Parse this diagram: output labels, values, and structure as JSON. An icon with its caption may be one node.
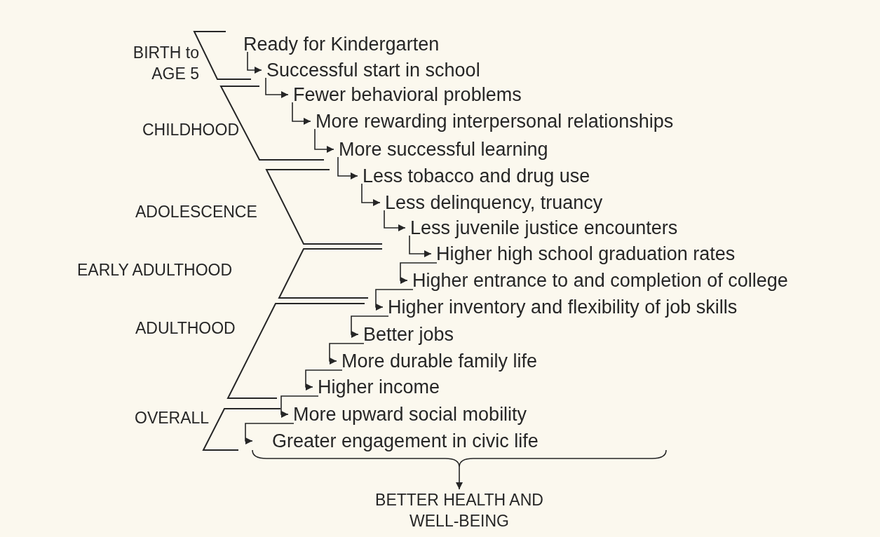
{
  "diagram": {
    "nodes": [
      {
        "text": [
          "Ready for Kindergarten"
        ]
      },
      {
        "text": [
          "Successful start in school"
        ]
      },
      {
        "text": [
          "Fewer behavioral problems"
        ]
      },
      {
        "text": [
          "More rewarding interpersonal relationships"
        ]
      },
      {
        "text": [
          "More successful learning"
        ]
      },
      {
        "text": [
          "Less tobacco and drug use"
        ]
      },
      {
        "text": [
          "Less delinquency, truancy"
        ]
      },
      {
        "text": [
          "Less juvenile justice encounters"
        ]
      },
      {
        "text": [
          "Higher high school graduation rates"
        ]
      },
      {
        "text": [
          "Higher entrance to and completion of college"
        ]
      },
      {
        "text": [
          "Higher inventory and flexibility of job skills"
        ]
      },
      {
        "text": [
          "Better jobs"
        ]
      },
      {
        "text": [
          "More durable family life"
        ]
      },
      {
        "text": [
          "Higher income"
        ]
      },
      {
        "text": [
          "More upward social mobility"
        ]
      },
      {
        "text": [
          "Greater engagement in civic life"
        ]
      },
      {
        "text": [
          "BETTER HEALTH AND WELL-BEING"
        ]
      }
    ],
    "edges": [
      {
        "from": 0,
        "to": 1,
        "arrow": "to"
      },
      {
        "from": 1,
        "to": 2,
        "arrow": "to"
      },
      {
        "from": 2,
        "to": 3,
        "arrow": "to"
      },
      {
        "from": 3,
        "to": 4,
        "arrow": "to"
      },
      {
        "from": 4,
        "to": 5,
        "arrow": "to"
      },
      {
        "from": 5,
        "to": 6,
        "arrow": "to"
      },
      {
        "from": 6,
        "to": 7,
        "arrow": "to"
      },
      {
        "from": 7,
        "to": 8,
        "arrow": "to"
      },
      {
        "from": 8,
        "to": 9,
        "arrow": "to"
      },
      {
        "from": 9,
        "to": 10,
        "arrow": "to"
      },
      {
        "from": 10,
        "to": 11,
        "arrow": "to"
      },
      {
        "from": 11,
        "to": 12,
        "arrow": "to"
      },
      {
        "from": 12,
        "to": 13,
        "arrow": "to"
      },
      {
        "from": 13,
        "to": 14,
        "arrow": "to"
      },
      {
        "from": 14,
        "to": 15,
        "arrow": "to"
      },
      {
        "from": 15,
        "to": 16,
        "arrow": "to"
      }
    ],
    "labels": [
      "BIRTH to AGE 5",
      "CHILDHOOD",
      "ADOLESCENCE",
      "EARLY ADULTHOOD",
      "ADULTHOOD",
      "OVERALL"
    ]
  }
}
